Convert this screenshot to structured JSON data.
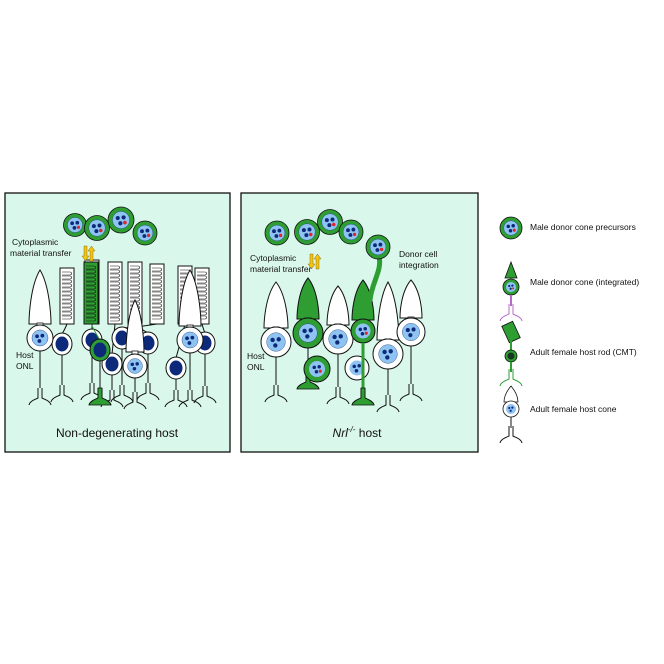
{
  "panels": [
    {
      "caption": "Non-degenerating host",
      "onl_label": [
        "Host",
        "ONL"
      ],
      "transfer_label": [
        "Cytoplasmic",
        "material transfer"
      ]
    },
    {
      "caption_italic": "Nrl",
      "caption_sup": "-/-",
      "caption_rest": " host",
      "onl_label": [
        "Host",
        "ONL"
      ],
      "transfer_label": [
        "Cytoplasmic",
        "material transfer"
      ],
      "integration_label": [
        "Donor cell",
        "integration"
      ]
    }
  ],
  "legend": [
    {
      "label": "Male donor cone precursors",
      "icon": "donor-precursor-icon"
    },
    {
      "label": "Male donor cone (integrated)",
      "icon": "integrated-cone-icon"
    },
    {
      "label": "Adult female host rod (CMT)",
      "icon": "host-rod-cmt-icon"
    },
    {
      "label": "Adult female host cone",
      "icon": "host-cone-icon"
    }
  ],
  "colors": {
    "panel_bg": "#d9f7ea",
    "green": "#2e9e33",
    "nucleus_dark": "#0d2a7a",
    "nucleus_light": "#8fc4f2",
    "arrow_orange": "#f3c313",
    "axon_purple": "#b36cc8",
    "outline": "#111111"
  }
}
